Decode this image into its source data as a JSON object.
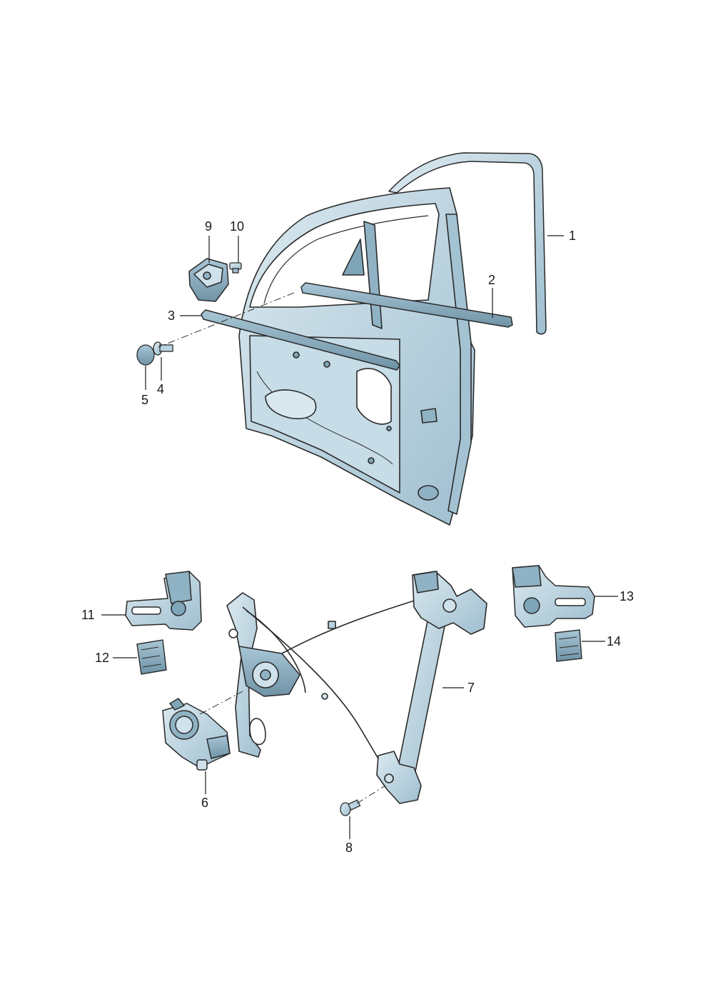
{
  "diagram": {
    "colors": {
      "part_fill": "#b9d3e0",
      "part_light": "#dbe9f0",
      "part_dark": "#6f93a6",
      "outline": "#2a2a2a",
      "leader": "#1a1a1a"
    },
    "callouts": [
      {
        "id": "1",
        "label": "1"
      },
      {
        "id": "2",
        "label": "2"
      },
      {
        "id": "3",
        "label": "3"
      },
      {
        "id": "4",
        "label": "4"
      },
      {
        "id": "5",
        "label": "5"
      },
      {
        "id": "6",
        "label": "6"
      },
      {
        "id": "7",
        "label": "7"
      },
      {
        "id": "8",
        "label": "8"
      },
      {
        "id": "9",
        "label": "9"
      },
      {
        "id": "10",
        "label": "10"
      },
      {
        "id": "11",
        "label": "11"
      },
      {
        "id": "12",
        "label": "12"
      },
      {
        "id": "13",
        "label": "13"
      },
      {
        "id": "14",
        "label": "14"
      }
    ]
  }
}
